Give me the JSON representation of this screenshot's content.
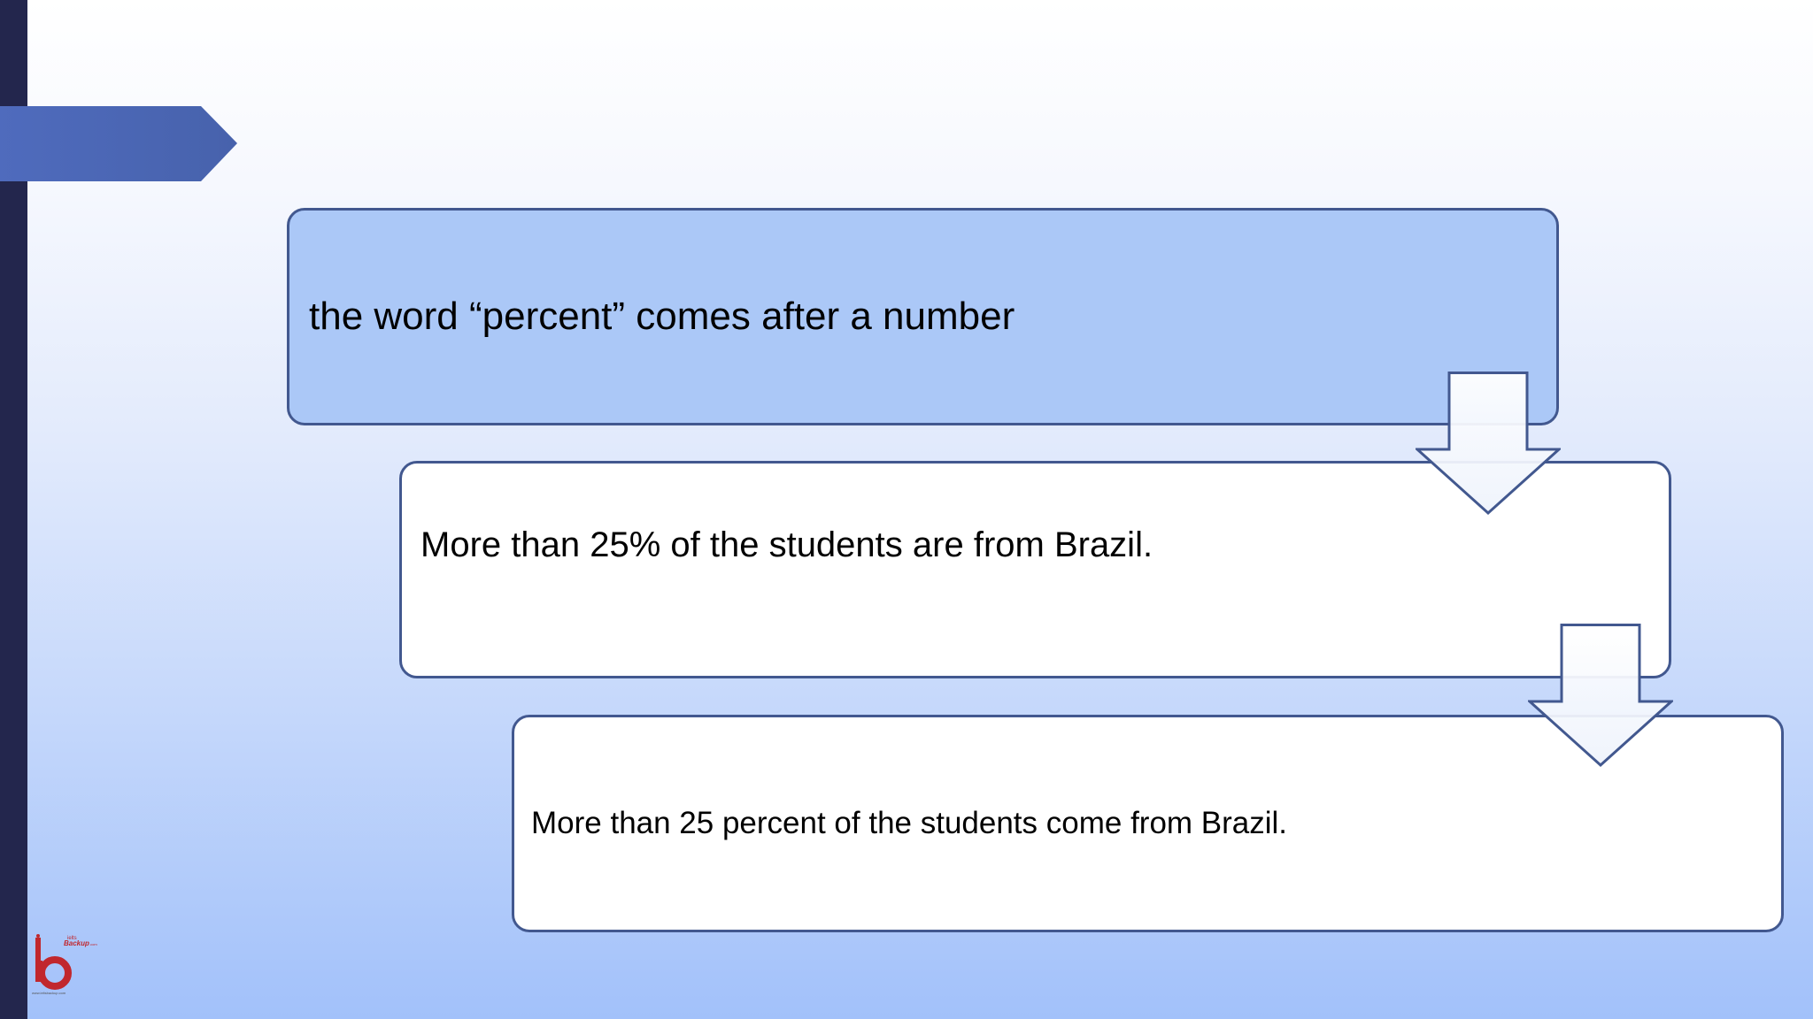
{
  "steps": [
    {
      "text": "the word “percent” comes after a number"
    },
    {
      "text": "More than 25% of the students are from Brazil."
    },
    {
      "text": "More than 25 percent of the students come from Brazil."
    }
  ],
  "logo": {
    "brand_top": "ielts",
    "brand_main": "Backup",
    "brand_suffix": ".com",
    "url": "www.ieltsbackup.com"
  },
  "colors": {
    "sidebar": "#23264d",
    "tab_shape": "#4762ac",
    "box_fill_highlight": "#abc8f7",
    "box_fill_plain": "#ffffff",
    "box_border": "#42588f",
    "logo_red": "#c1272d"
  },
  "icons": {
    "arrow": "down-arrow-icon",
    "logo": "ielts-backup-logo"
  }
}
